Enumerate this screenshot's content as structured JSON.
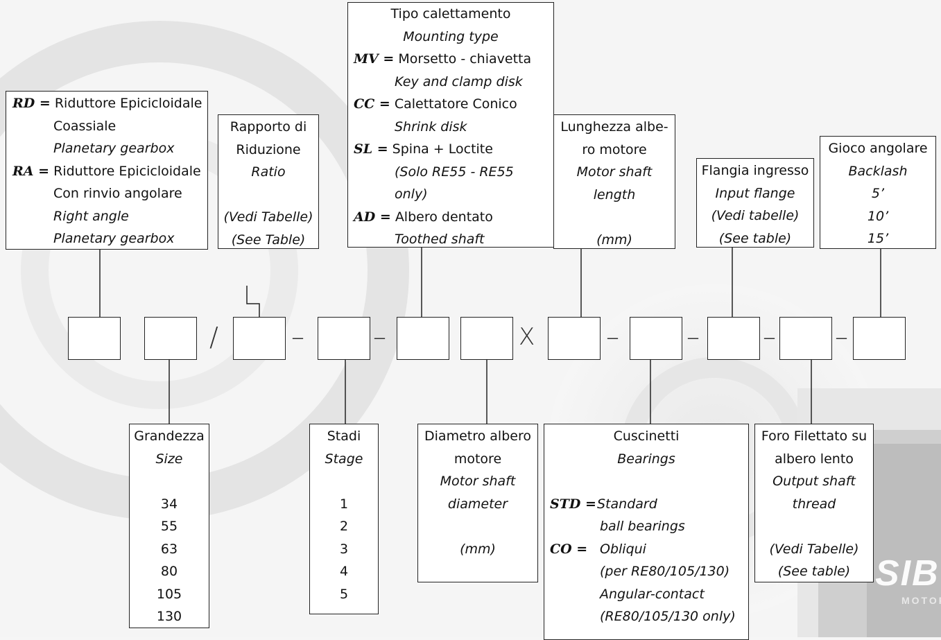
{
  "top_boxes": {
    "type": {
      "lines": [
        {
          "code": "RD =",
          "text": "Riduttore Epicicloidale",
          "style": "normal"
        },
        {
          "code": "",
          "text": "Coassiale",
          "style": "normal"
        },
        {
          "code": "",
          "text": "Planetary gearbox",
          "style": "italic"
        },
        {
          "code": "RA =",
          "text": "Riduttore Epicicloidale",
          "style": "normal"
        },
        {
          "code": "",
          "text": "Con rinvio angolare",
          "style": "normal"
        },
        {
          "code": "",
          "text": "Right angle",
          "style": "italic"
        },
        {
          "code": "",
          "text": "Planetary gearbox",
          "style": "italic"
        }
      ]
    },
    "ratio": {
      "lines": [
        {
          "text": "Rapporto di",
          "style": "normal"
        },
        {
          "text": "Riduzione",
          "style": "normal"
        },
        {
          "text": "Ratio",
          "style": "italic"
        },
        {
          "text": "",
          "style": "normal"
        },
        {
          "text": "(Vedi Tabelle)",
          "style": "italic"
        },
        {
          "text": "(See Table)",
          "style": "italic"
        }
      ]
    },
    "mounting": {
      "lines": [
        {
          "code": "",
          "text": "Tipo calettamento",
          "style": "normal",
          "center": true
        },
        {
          "code": "",
          "text": "Mounting type",
          "style": "italic",
          "center": true
        },
        {
          "code": "MV =",
          "text": "Morsetto - chiavetta",
          "style": "normal"
        },
        {
          "code": "",
          "text": "Key and clamp disk",
          "style": "italic"
        },
        {
          "code": "CC =",
          "text": "Calettatore Conico",
          "style": "normal"
        },
        {
          "code": "",
          "text": "Shrink disk",
          "style": "italic"
        },
        {
          "code": "SL =",
          "text": "Spina + Loctite",
          "style": "normal"
        },
        {
          "code": "",
          "text": "(Solo RE55 - RE55",
          "style": "italic"
        },
        {
          "code": "",
          "text": "only)",
          "style": "italic"
        },
        {
          "code": "AD =",
          "text": "Albero dentato",
          "style": "normal"
        },
        {
          "code": "",
          "text": "Toothed shaft",
          "style": "italic"
        }
      ]
    },
    "shaft_length": {
      "lines": [
        {
          "text": "Lunghezza albe-",
          "style": "normal"
        },
        {
          "text": "ro motore",
          "style": "normal"
        },
        {
          "text": "Motor shaft",
          "style": "italic"
        },
        {
          "text": "length",
          "style": "italic"
        },
        {
          "text": "",
          "style": "normal"
        },
        {
          "text": "(mm)",
          "style": "italic"
        }
      ]
    },
    "input_flange": {
      "lines": [
        {
          "text": "Flangia ingresso",
          "style": "normal"
        },
        {
          "text": "Input flange",
          "style": "italic"
        },
        {
          "text": "(Vedi tabelle)",
          "style": "italic"
        },
        {
          "text": "(See table)",
          "style": "italic"
        }
      ]
    },
    "backlash": {
      "lines": [
        {
          "text": "Gioco angolare",
          "style": "normal"
        },
        {
          "text": "Backlash",
          "style": "italic"
        },
        {
          "text": "5’",
          "style": "italic"
        },
        {
          "text": "10’",
          "style": "italic"
        },
        {
          "text": "15’",
          "style": "italic"
        }
      ]
    }
  },
  "bottom_boxes": {
    "size": {
      "lines": [
        {
          "text": "Grandezza",
          "style": "normal"
        },
        {
          "text": "Size",
          "style": "italic"
        },
        {
          "text": "",
          "style": "normal"
        },
        {
          "text": "34",
          "style": "normal"
        },
        {
          "text": "55",
          "style": "normal"
        },
        {
          "text": "63",
          "style": "normal"
        },
        {
          "text": "80",
          "style": "normal"
        },
        {
          "text": "105",
          "style": "normal"
        },
        {
          "text": "130",
          "style": "normal"
        }
      ]
    },
    "stages": {
      "lines": [
        {
          "text": "Stadi",
          "style": "normal"
        },
        {
          "text": "Stage",
          "style": "italic"
        },
        {
          "text": "",
          "style": "normal"
        },
        {
          "text": "1",
          "style": "normal"
        },
        {
          "text": "2",
          "style": "normal"
        },
        {
          "text": "3",
          "style": "normal"
        },
        {
          "text": "4",
          "style": "normal"
        },
        {
          "text": "5",
          "style": "normal"
        }
      ]
    },
    "shaft_diameter": {
      "lines": [
        {
          "text": "Diametro albero",
          "style": "normal"
        },
        {
          "text": "motore",
          "style": "normal"
        },
        {
          "text": "Motor shaft",
          "style": "italic"
        },
        {
          "text": "diameter",
          "style": "italic"
        },
        {
          "text": "",
          "style": "normal"
        },
        {
          "text": "(mm)",
          "style": "italic"
        }
      ]
    },
    "bearings": {
      "lines": [
        {
          "code": "",
          "text": "Cuscinetti",
          "style": "normal",
          "center": true
        },
        {
          "code": "",
          "text": "Bearings",
          "style": "italic",
          "center": true
        },
        {
          "code": "",
          "text": "",
          "style": "normal"
        },
        {
          "code": "STD =",
          "text": "Standard",
          "style": "italic"
        },
        {
          "code": "",
          "text": "ball bearings",
          "style": "italic"
        },
        {
          "code": "CO =",
          "text": "Obliqui",
          "style": "italic"
        },
        {
          "code": "",
          "text": "(per RE80/105/130)",
          "style": "italic"
        },
        {
          "code": "",
          "text": "Angular-contact",
          "style": "italic"
        },
        {
          "code": "",
          "text": "(RE80/105/130 only)",
          "style": "italic"
        }
      ]
    },
    "output_thread": {
      "lines": [
        {
          "text": "Foro Filettato su",
          "style": "normal"
        },
        {
          "text": "albero lento",
          "style": "normal"
        },
        {
          "text": "Output shaft",
          "style": "italic"
        },
        {
          "text": "thread",
          "style": "italic"
        },
        {
          "text": "",
          "style": "normal"
        },
        {
          "text": "(Vedi Tabelle)",
          "style": "italic"
        },
        {
          "text": "(See table)",
          "style": "italic"
        }
      ]
    }
  },
  "separators": [
    "/",
    "–",
    "–",
    "X",
    "–",
    "–",
    "–",
    "–"
  ],
  "logo": {
    "text": "SIB",
    "sub": "MOTOR"
  }
}
